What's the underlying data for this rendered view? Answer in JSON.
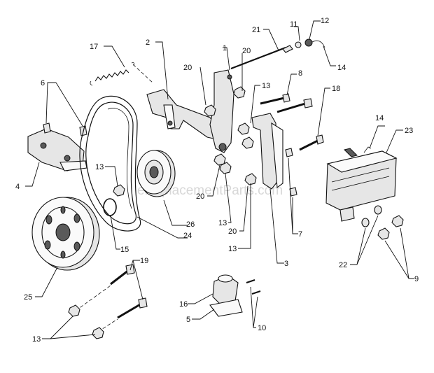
{
  "watermark": "eReplacementParts.com",
  "callouts": {
    "c1": "1",
    "c2": "2",
    "c3": "3",
    "c4": "4",
    "c5": "5",
    "c6": "6",
    "c7": "7",
    "c8": "8",
    "c9": "9",
    "c10": "10",
    "c11": "11",
    "c12": "12",
    "c13a": "13",
    "c13b": "13",
    "c13c": "13",
    "c13d": "13",
    "c13e": "13",
    "c14a": "14",
    "c14b": "14",
    "c15": "15",
    "c16": "16",
    "c17": "17",
    "c18": "18",
    "c19": "19",
    "c20a": "20",
    "c20b": "20",
    "c20c": "20",
    "c20d": "20",
    "c21": "21",
    "c22": "22",
    "c23": "23",
    "c24": "24",
    "c25": "25",
    "c26": "26"
  }
}
